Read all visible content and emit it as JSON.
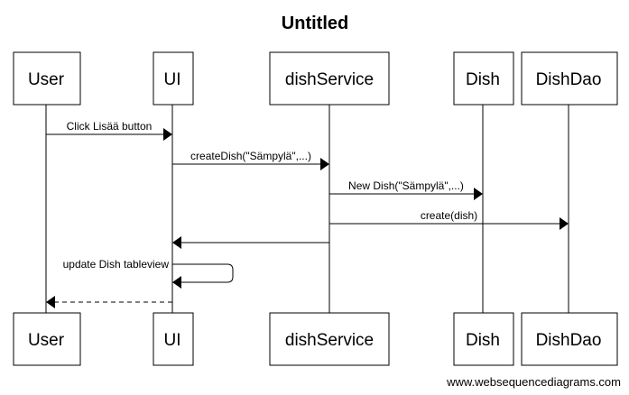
{
  "diagram": {
    "title": "Untitled",
    "credit": "www.websequencediagrams.com",
    "participants": [
      {
        "id": "user",
        "label": "User"
      },
      {
        "id": "ui",
        "label": "UI"
      },
      {
        "id": "dishService",
        "label": "dishService"
      },
      {
        "id": "dish",
        "label": "Dish"
      },
      {
        "id": "dishDao",
        "label": "DishDao"
      }
    ],
    "messages": [
      {
        "from": "user",
        "to": "ui",
        "label": "Click Lisää button",
        "style": "solid"
      },
      {
        "from": "ui",
        "to": "dishService",
        "label": "createDish(\"Sämpylä\",...)",
        "style": "solid"
      },
      {
        "from": "dishService",
        "to": "dish",
        "label": "New Dish(\"Sämpylä\",...)",
        "style": "solid"
      },
      {
        "from": "dishService",
        "to": "dishDao",
        "label": "create(dish)",
        "style": "solid"
      },
      {
        "from": "dishService",
        "to": "ui",
        "label": "",
        "style": "solid"
      },
      {
        "from": "ui",
        "to": "ui",
        "label": "update Dish tableview",
        "style": "solid"
      },
      {
        "from": "ui",
        "to": "user",
        "label": "",
        "style": "dashed"
      }
    ]
  }
}
